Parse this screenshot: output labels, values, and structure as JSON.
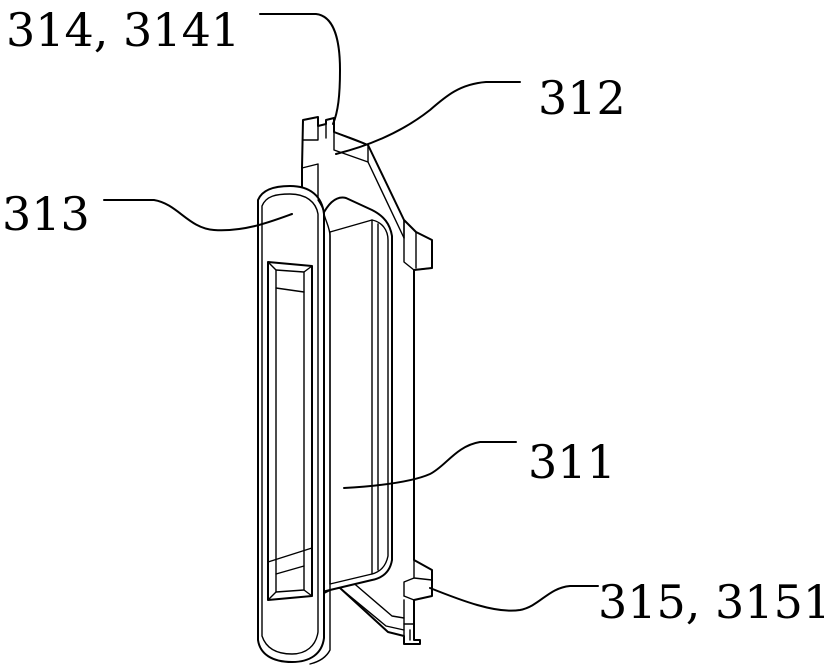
{
  "figure": {
    "labels": {
      "label_314": "314, 3141",
      "label_312": "312",
      "label_313": "313",
      "label_311": "311",
      "label_315": "315, 3151"
    }
  }
}
